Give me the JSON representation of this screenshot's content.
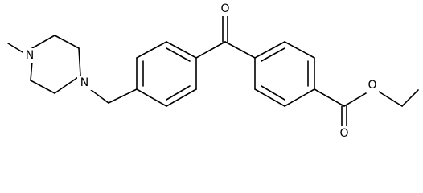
{
  "molecule": {
    "atoms": {
      "n_methyl": "N",
      "n_benzyl": "N",
      "o_ketone": "O",
      "o_ester_single": "O",
      "o_ester_double": "O"
    }
  }
}
